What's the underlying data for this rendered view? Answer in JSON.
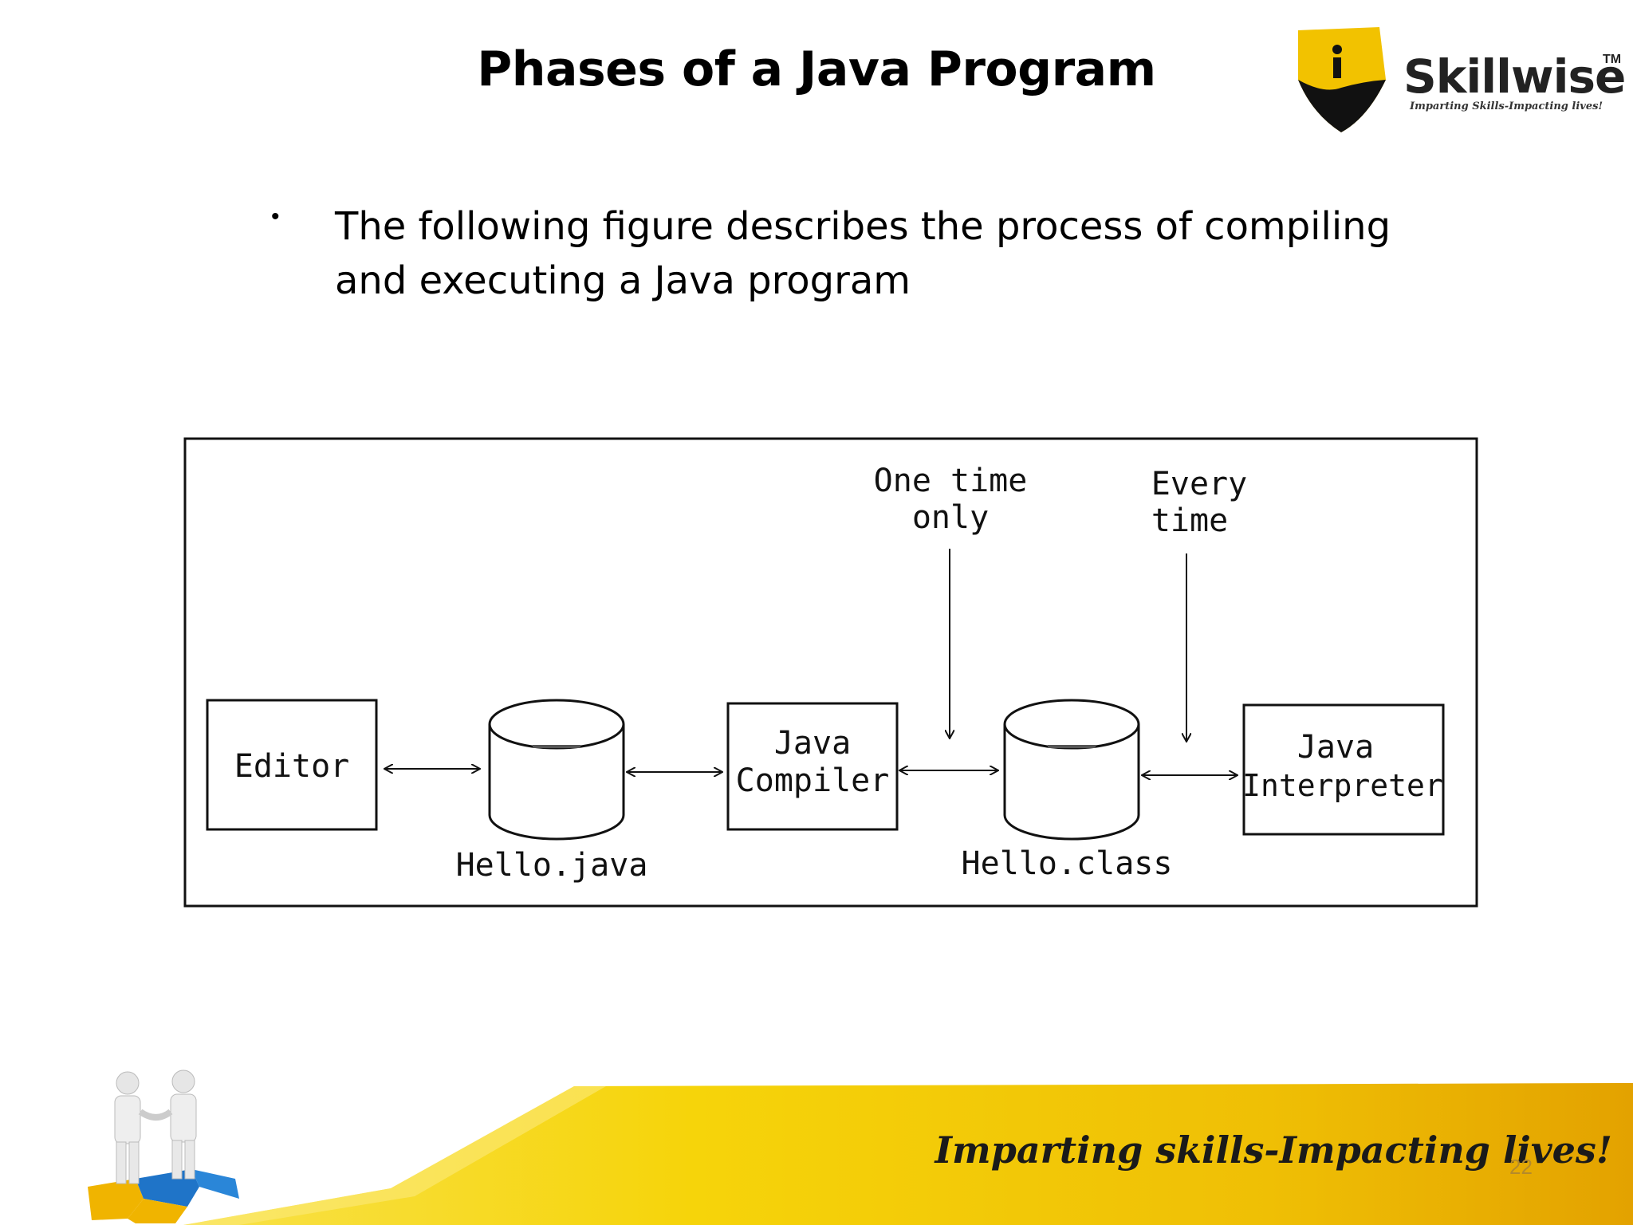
{
  "slide": {
    "title": "Phases of a Java Program",
    "bullet_text": "The following figure describes the process of compiling and executing a Java program",
    "page_number": "22"
  },
  "logo": {
    "brand": "Skillwise",
    "trademark": "TM",
    "tagline": "Imparting Skills-Impacting lives!"
  },
  "diagram": {
    "editor_label": "Editor",
    "source_file_label": "Hello.java",
    "compiler_label_line1": "Java",
    "compiler_label_line2": "Compiler",
    "class_file_label": "Hello.class",
    "interpreter_label_line1": "Java",
    "interpreter_label_line2": "Interpreter",
    "one_time_line1": "One time",
    "one_time_line2": "only",
    "every_time_line1": "Every",
    "every_time_line2": "time"
  },
  "footer": {
    "tagline": "Imparting skills-Impacting lives!"
  },
  "colors": {
    "footer_band_light": "#f6d40a",
    "footer_band_dark": "#e8a500",
    "logo_yellow": "#f2c200",
    "logo_black": "#111111"
  }
}
